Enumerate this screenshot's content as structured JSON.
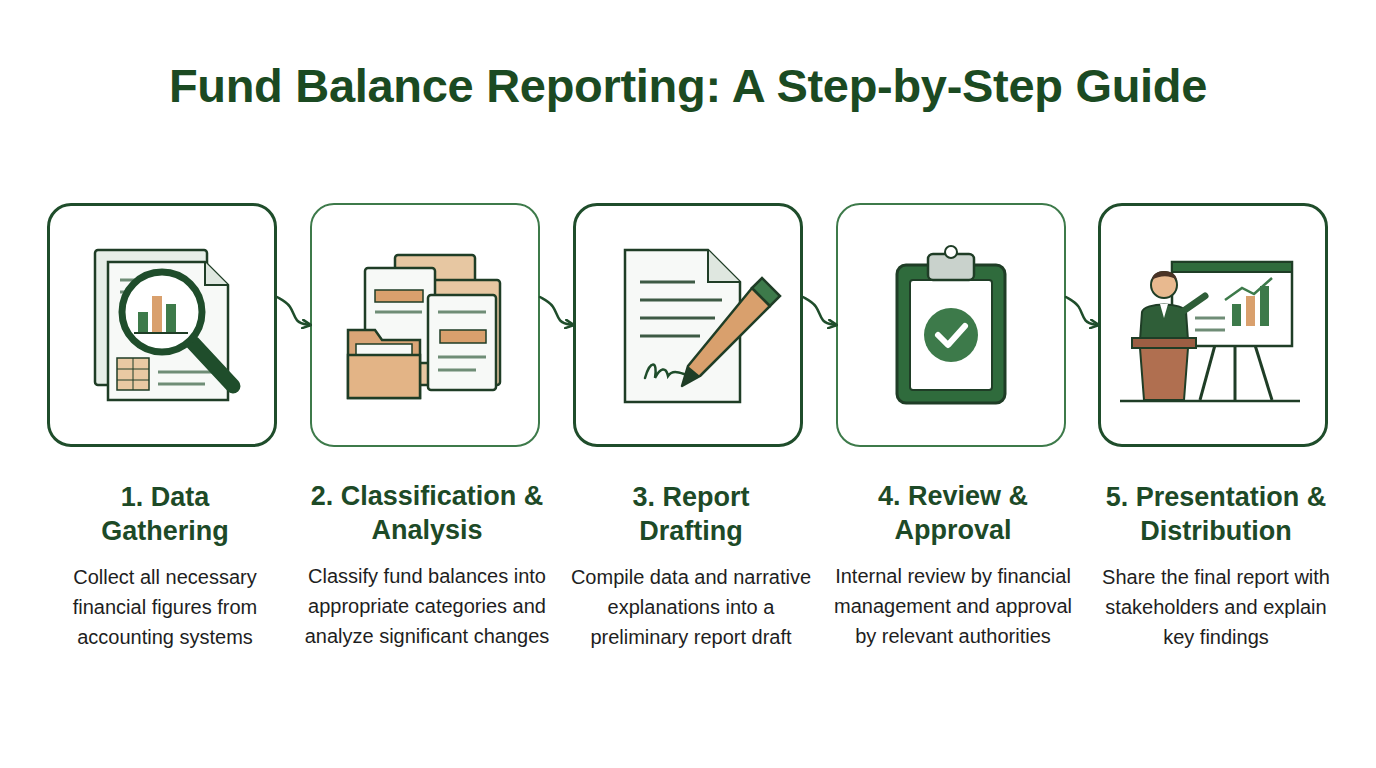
{
  "diagram": {
    "title": "Fund Balance Reporting: A Step-by-Step Guide",
    "nodes": [
      {
        "text": [
          "1. Data Gathering",
          "Collect all necessary financial figures from accounting systems"
        ]
      },
      {
        "text": [
          "2. Classification & Analysis",
          "Classify fund balances into appropriate categories and analyze significant changes"
        ]
      },
      {
        "text": [
          "3. Report Drafting",
          "Compile data and narrative explanations into a preliminary report draft"
        ]
      },
      {
        "text": [
          "4. Review & Approval",
          "Internal review by financial management and approval by relevant authorities"
        ]
      },
      {
        "text": [
          "5. Presentation & Distribution",
          "Share the final report with stakeholders and explain key findings"
        ]
      }
    ],
    "edges": [
      {
        "from": 0,
        "to": 1,
        "arrow": "to"
      },
      {
        "from": 1,
        "to": 2,
        "arrow": "to"
      },
      {
        "from": 2,
        "to": 3,
        "arrow": "to"
      },
      {
        "from": 3,
        "to": 4,
        "arrow": "to"
      }
    ]
  }
}
